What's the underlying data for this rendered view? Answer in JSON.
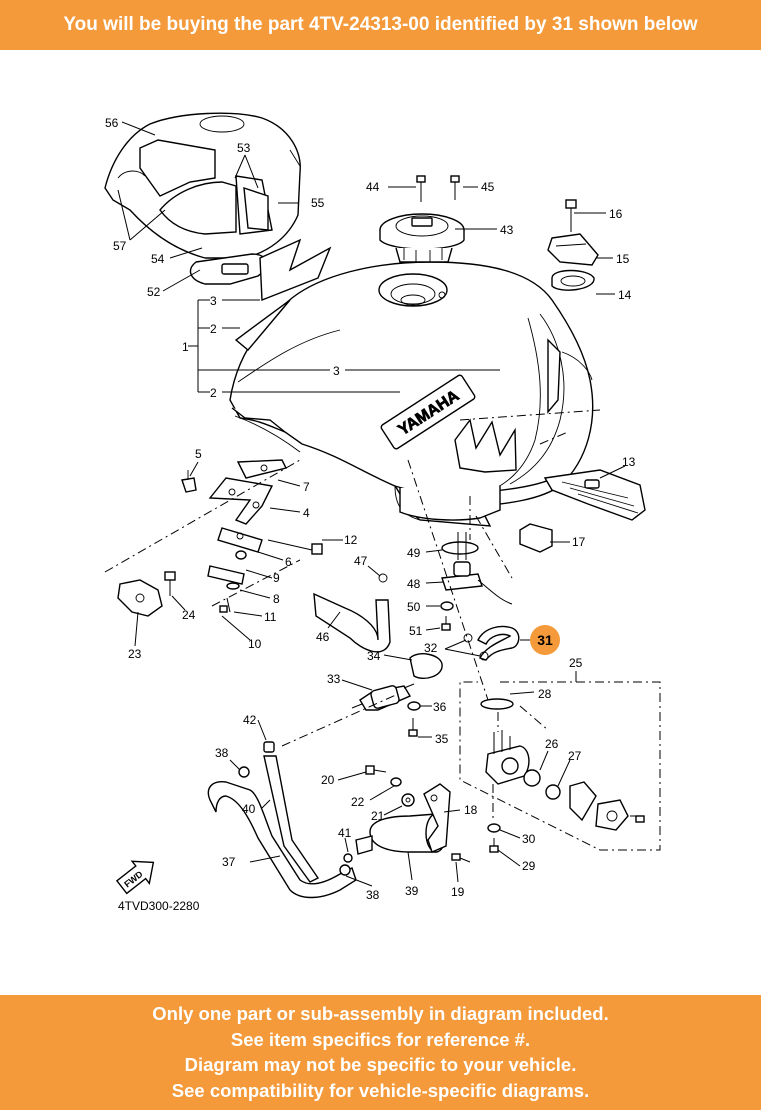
{
  "header": {
    "text": "You will be buying the part 4TV-24313-00 identified by 31 shown below"
  },
  "diagram": {
    "code": "4TVD300-2280",
    "fwd_label": "FWD",
    "brand_label": "YAMAHA",
    "highlight": {
      "number": "31",
      "color": "#f49a3a"
    },
    "callouts": [
      "1",
      "2",
      "2",
      "3",
      "3",
      "4",
      "5",
      "6",
      "7",
      "8",
      "9",
      "10",
      "11",
      "12",
      "13",
      "14",
      "15",
      "16",
      "17",
      "18",
      "19",
      "20",
      "21",
      "22",
      "23",
      "24",
      "25",
      "26",
      "27",
      "28",
      "29",
      "30",
      "32",
      "33",
      "34",
      "35",
      "36",
      "37",
      "38",
      "38",
      "39",
      "40",
      "41",
      "42",
      "43",
      "44",
      "45",
      "46",
      "47",
      "48",
      "49",
      "50",
      "51",
      "52",
      "53",
      "54",
      "55",
      "56",
      "57"
    ]
  },
  "footer": {
    "lines": [
      "Only one part or sub-assembly in diagram included.",
      "See item specifics for reference #.",
      "Diagram may not be specific to your vehicle.",
      "See compatibility for vehicle-specific diagrams."
    ]
  }
}
